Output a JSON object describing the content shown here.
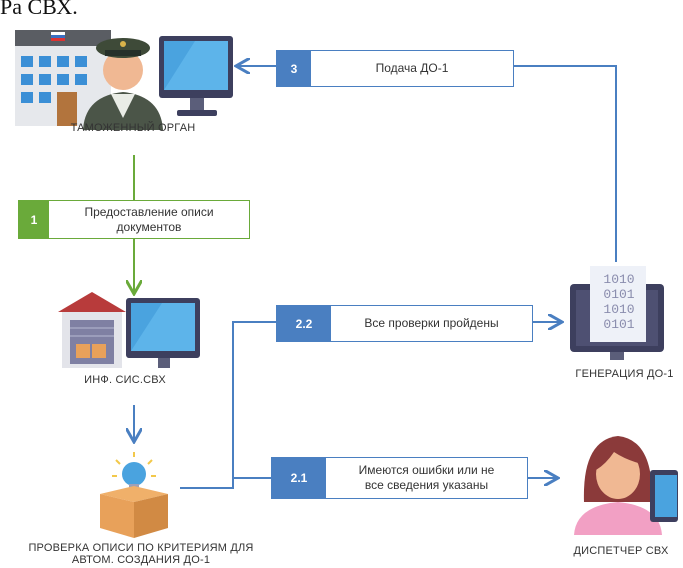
{
  "caption": "Ра СВХ.",
  "nodes": {
    "customs": "ТАМОЖЕННЫЙ ОРГАН",
    "warehouse": "ИНФ. СИС.СВХ",
    "check_line1": "ПРОВЕРКА ОПИСИ ПО КРИТЕРИЯМ ДЛЯ",
    "check_line2": "АВТОМ. СОЗДАНИЯ ДО-1",
    "generation": "ГЕНЕРАЦИЯ ДО-1",
    "dispatcher": "ДИСПЕТЧЕР СВХ"
  },
  "steps": [
    {
      "num": "1",
      "text_line1": "Предоставление описи",
      "text_line2": "документов"
    },
    {
      "num": "2.2",
      "text": "Все  проверки пройдены"
    },
    {
      "num": "2.1",
      "text_line1": "Имеются ошибки или не",
      "text_line2": "все сведения указаны"
    },
    {
      "num": "3",
      "text": "Подача ДО-1"
    }
  ],
  "binary_code": [
    "1010",
    "0101",
    "1010",
    "0101"
  ],
  "colors": {
    "blue": "#4a7fc1",
    "green": "#6aaa3a",
    "monitor": "#4aa3df",
    "dark": "#3d3f5e",
    "pink": "#f2a0c4",
    "hair": "#8b3a3a",
    "box": "#e8a15a"
  }
}
